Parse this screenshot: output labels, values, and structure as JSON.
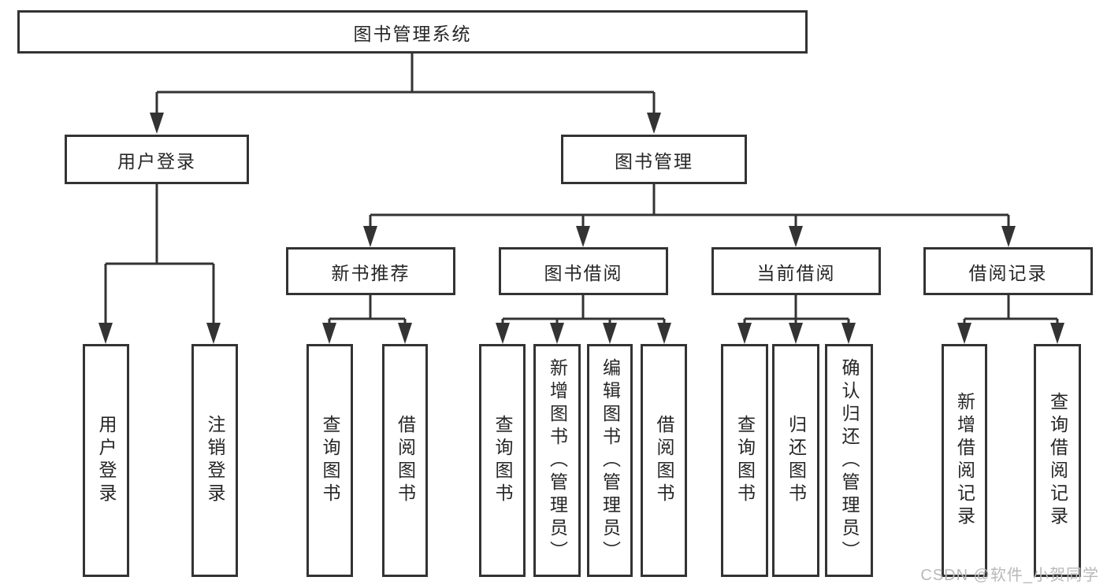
{
  "diagram": {
    "title_node": "图书管理系统",
    "level2": [
      {
        "label": "用户登录",
        "children": [
          "用户登录",
          "注销登录"
        ]
      },
      {
        "label": "图书管理",
        "children": [
          "新书推荐",
          "图书借阅",
          "当前借阅",
          "借阅记录"
        ]
      }
    ],
    "level3": [
      {
        "label": "新书推荐",
        "children": [
          "查询图书",
          "借阅图书"
        ]
      },
      {
        "label": "图书借阅",
        "children": [
          "查询图书",
          "新增图书（管理员）",
          "编辑图书（管理员）",
          "借阅图书"
        ]
      },
      {
        "label": "当前借阅",
        "children": [
          "查询图书",
          "归还图书",
          "确认归还（管理员）"
        ]
      },
      {
        "label": "借阅记录",
        "children": [
          "新增借阅记录",
          "查询借阅记录"
        ]
      }
    ]
  },
  "watermark": {
    "text": "CSDN @软件_小贺同学"
  },
  "colors": {
    "line": "#333333",
    "text": "#262626",
    "box_bg": "#ffffff",
    "watermark": "#b9b9b9"
  }
}
